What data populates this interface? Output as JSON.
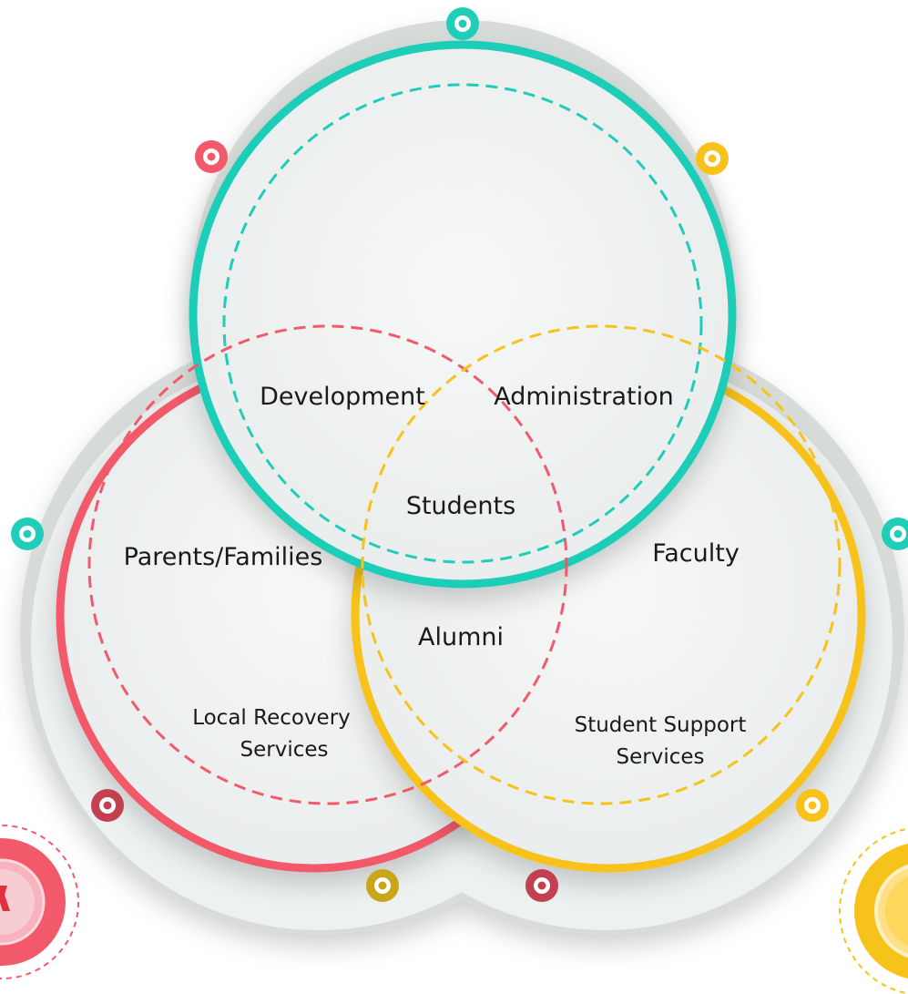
{
  "diagram": {
    "labels": {
      "development": "Development",
      "administration": "Administration",
      "students": "Students",
      "parents_families": "Parents/Families",
      "faculty": "Faculty",
      "alumni": "Alumni",
      "local_recovery_line1": "Local Recovery",
      "local_recovery_line2": "Services",
      "student_support_line1": "Student Support",
      "student_support_line2": "Services"
    },
    "colors": {
      "teal": "#1fcdb8",
      "red": "#f25a6b",
      "yellow": "#f7c21a",
      "dark_red": "#c2404f",
      "olive": "#c9a51a",
      "backplate": "#d9ddda",
      "circle_fill": "#f3f5f5"
    }
  }
}
